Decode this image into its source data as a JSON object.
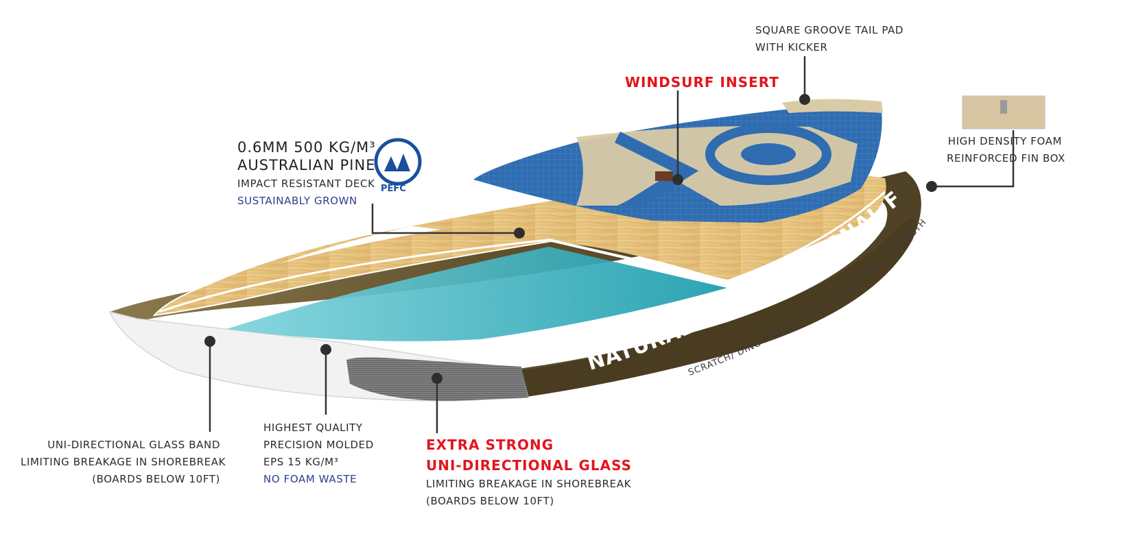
{
  "labels": {
    "tail_pad": [
      "SQUARE GROOVE TAIL PAD",
      "WITH KICKER"
    ],
    "windsurf": "WINDSURF INSERT",
    "deck_title": [
      "0.6MM 500 KG/M³",
      "AUSTRALIAN PINE"
    ],
    "deck_sub": "IMPACT RESISTANT DECK",
    "deck_blue": "SUSTAINABLY GROWN",
    "pefc": "PEFC",
    "fin_box": [
      "HIGH DENSITY FOAM",
      "REINFORCED FIN BOX"
    ],
    "rail_main": "NATURAL UNI-DIRECTIONAL FLAX RAILS",
    "rail_sub": "SCRATCH/ DING PROTECTION + STRUCTURAL STRENGTH",
    "glass_band": [
      "UNI-DIRECTIONAL GLASS BAND",
      "LIMITING BREAKAGE IN SHOREBREAK",
      "(BOARDS BELOW 10FT)"
    ],
    "eps": [
      "HIGHEST QUALITY",
      "PRECISION MOLDED",
      "EPS 15 KG/M³"
    ],
    "eps_blue": "NO FOAM WASTE",
    "extra_title": [
      "EXTRA STRONG",
      "UNI-DIRECTIONAL GLASS"
    ],
    "extra_sub": [
      "LIMITING BREAKAGE IN SHOREBREAK",
      "(BOARDS BELOW 10FT)"
    ]
  },
  "colors": {
    "callout_red": "#e3151c",
    "callout_blue": "#2c3e8c",
    "pad_blue": "#2f6cb0",
    "pad_beige": "#d9cba6",
    "wood": "#e6c27d",
    "foam_teal": "#2aa7b6",
    "flax_rail": "#6a5a36"
  }
}
